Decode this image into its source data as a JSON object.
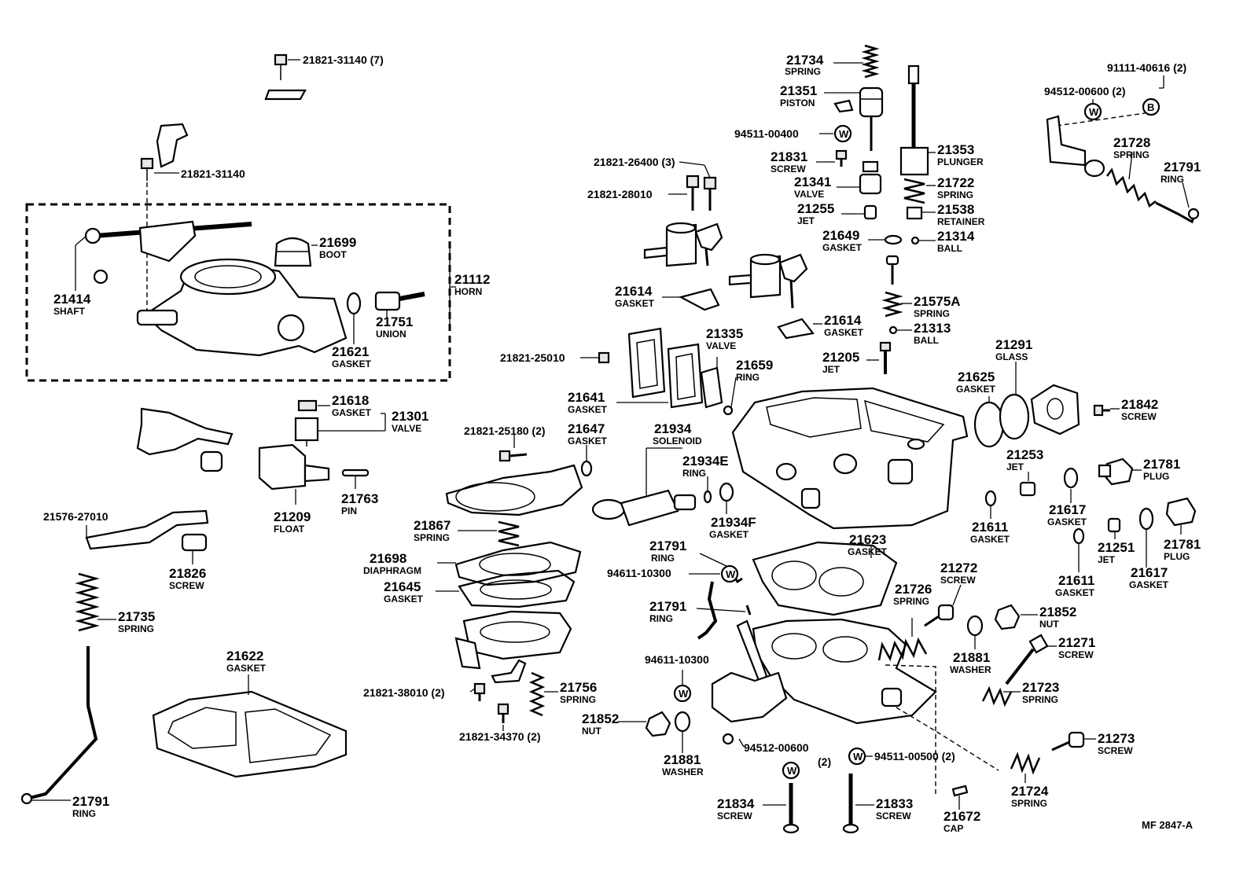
{
  "diagram": {
    "reference": "MF 2847-A",
    "labels": {
      "l_21821_31140_7": "21821-31140 (7)",
      "l_21821_31140": "21821-31140",
      "l_21699": "21699",
      "l_21699_n": "BOOT",
      "l_21112": "21112",
      "l_21112_n": "HORN",
      "l_21414": "21414",
      "l_21414_n": "SHAFT",
      "l_21751": "21751",
      "l_21751_n": "UNION",
      "l_21621": "21621",
      "l_21621_n": "GASKET",
      "l_21618": "21618",
      "l_21618_n": "GASKET",
      "l_21301": "21301",
      "l_21301_n": "VALVE",
      "l_21209": "21209",
      "l_21209_n": "FLOAT",
      "l_21763": "21763",
      "l_21763_n": "PIN",
      "l_21576": "21576-27010",
      "l_21826": "21826",
      "l_21826_n": "SCREW",
      "l_21735": "21735",
      "l_21735_n": "SPRING",
      "l_21622": "21622",
      "l_21622_n": "GASKET",
      "l_21791a": "21791",
      "l_21791a_n": "RING",
      "l_21734": "21734",
      "l_21734_n": "SPRING",
      "l_21351": "21351",
      "l_21351_n": "PISTON",
      "l_94511_00400": "94511-00400",
      "l_21831": "21831",
      "l_21831_n": "SCREW",
      "l_21341": "21341",
      "l_21341_n": "VALVE",
      "l_21255": "21255",
      "l_21255_n": "JET",
      "l_21353": "21353",
      "l_21353_n": "PLUNGER",
      "l_21722": "21722",
      "l_21722_n": "SPRING",
      "l_21538": "21538",
      "l_21538_n": "RETAINER",
      "l_21649": "21649",
      "l_21649_n": "GASKET",
      "l_21314": "21314",
      "l_21314_n": "BALL",
      "l_21575A": "21575A",
      "l_21575A_n": "SPRING",
      "l_21313": "21313",
      "l_21313_n": "BALL",
      "l_21205": "21205",
      "l_21205_n": "JET",
      "l_21821_26400": "21821-26400 (3)",
      "l_21821_28010": "21821-28010",
      "l_21614a": "21614",
      "l_21614a_n": "GASKET",
      "l_21614b": "21614",
      "l_21614b_n": "GASKET",
      "l_21335": "21335",
      "l_21335_n": "VALVE",
      "l_21659": "21659",
      "l_21659_n": "RING",
      "l_21821_25010": "21821-25010",
      "l_21641": "21641",
      "l_21641_n": "GASKET",
      "l_21821_25180": "21821-25180 (2)",
      "l_21647": "21647",
      "l_21647_n": "GASKET",
      "l_21934": "21934",
      "l_21934_n": "SOLENOID",
      "l_21934E": "21934E",
      "l_21934E_n": "RING",
      "l_21934F": "21934F",
      "l_21934F_n": "GASKET",
      "l_21867": "21867",
      "l_21867_n": "SPRING",
      "l_21698": "21698",
      "l_21698_n": "DIAPHRAGM",
      "l_21645": "21645",
      "l_21645_n": "GASKET",
      "l_21821_38010": "21821-38010 (2)",
      "l_21821_34370": "21821-34370 (2)",
      "l_21756": "21756",
      "l_21756_n": "SPRING",
      "l_21852a": "21852",
      "l_21852a_n": "NUT",
      "l_21881a": "21881",
      "l_21881a_n": "WASHER",
      "l_94611_10300a": "94611-10300",
      "l_94611_10300b": "94611-10300",
      "l_21791b": "21791",
      "l_21791b_n": "RING",
      "l_21791c": "21791",
      "l_21791c_n": "RING",
      "l_21623": "21623",
      "l_21623_n": "GASKET",
      "l_21726": "21726",
      "l_21726_n": "SPRING",
      "l_21272": "21272",
      "l_21272_n": "SCREW",
      "l_21852b": "21852",
      "l_21852b_n": "NUT",
      "l_21881b": "21881",
      "l_21881b_n": "WASHER",
      "l_21271": "21271",
      "l_21271_n": "SCREW",
      "l_21723": "21723",
      "l_21723_n": "SPRING",
      "l_94512_00600a": "94512-00600",
      "l_94512_00600a_q": "(2)",
      "l_94511_00500": "94511-00500 (2)",
      "l_21834": "21834",
      "l_21834_n": "SCREW",
      "l_21833": "21833",
      "l_21833_n": "SCREW",
      "l_21672": "21672",
      "l_21672_n": "CAP",
      "l_21724": "21724",
      "l_21724_n": "SPRING",
      "l_21273": "21273",
      "l_21273_n": "SCREW",
      "l_91111": "91111-40616 (2)",
      "l_94512_00600b": "94512-00600 (2)",
      "l_21728": "21728",
      "l_21728_n": "SPRING",
      "l_21791d": "21791",
      "l_21791d_n": "RING",
      "l_21291": "21291",
      "l_21291_n": "GLASS",
      "l_21625": "21625",
      "l_21625_n": "GASKET",
      "l_21842": "21842",
      "l_21842_n": "SCREW",
      "l_21253": "21253",
      "l_21253_n": "JET",
      "l_21781a": "21781",
      "l_21781a_n": "PLUG",
      "l_21617a": "21617",
      "l_21617a_n": "GASKET",
      "l_21611a": "21611",
      "l_21611a_n": "GASKET",
      "l_21251": "21251",
      "l_21251_n": "JET",
      "l_21781b": "21781",
      "l_21781b_n": "PLUG",
      "l_21617b": "21617",
      "l_21617b_n": "GASKET",
      "l_21611b": "21611",
      "l_21611b_n": "GASKET"
    },
    "symbols": {
      "washer": "W",
      "bolt": "B"
    }
  }
}
